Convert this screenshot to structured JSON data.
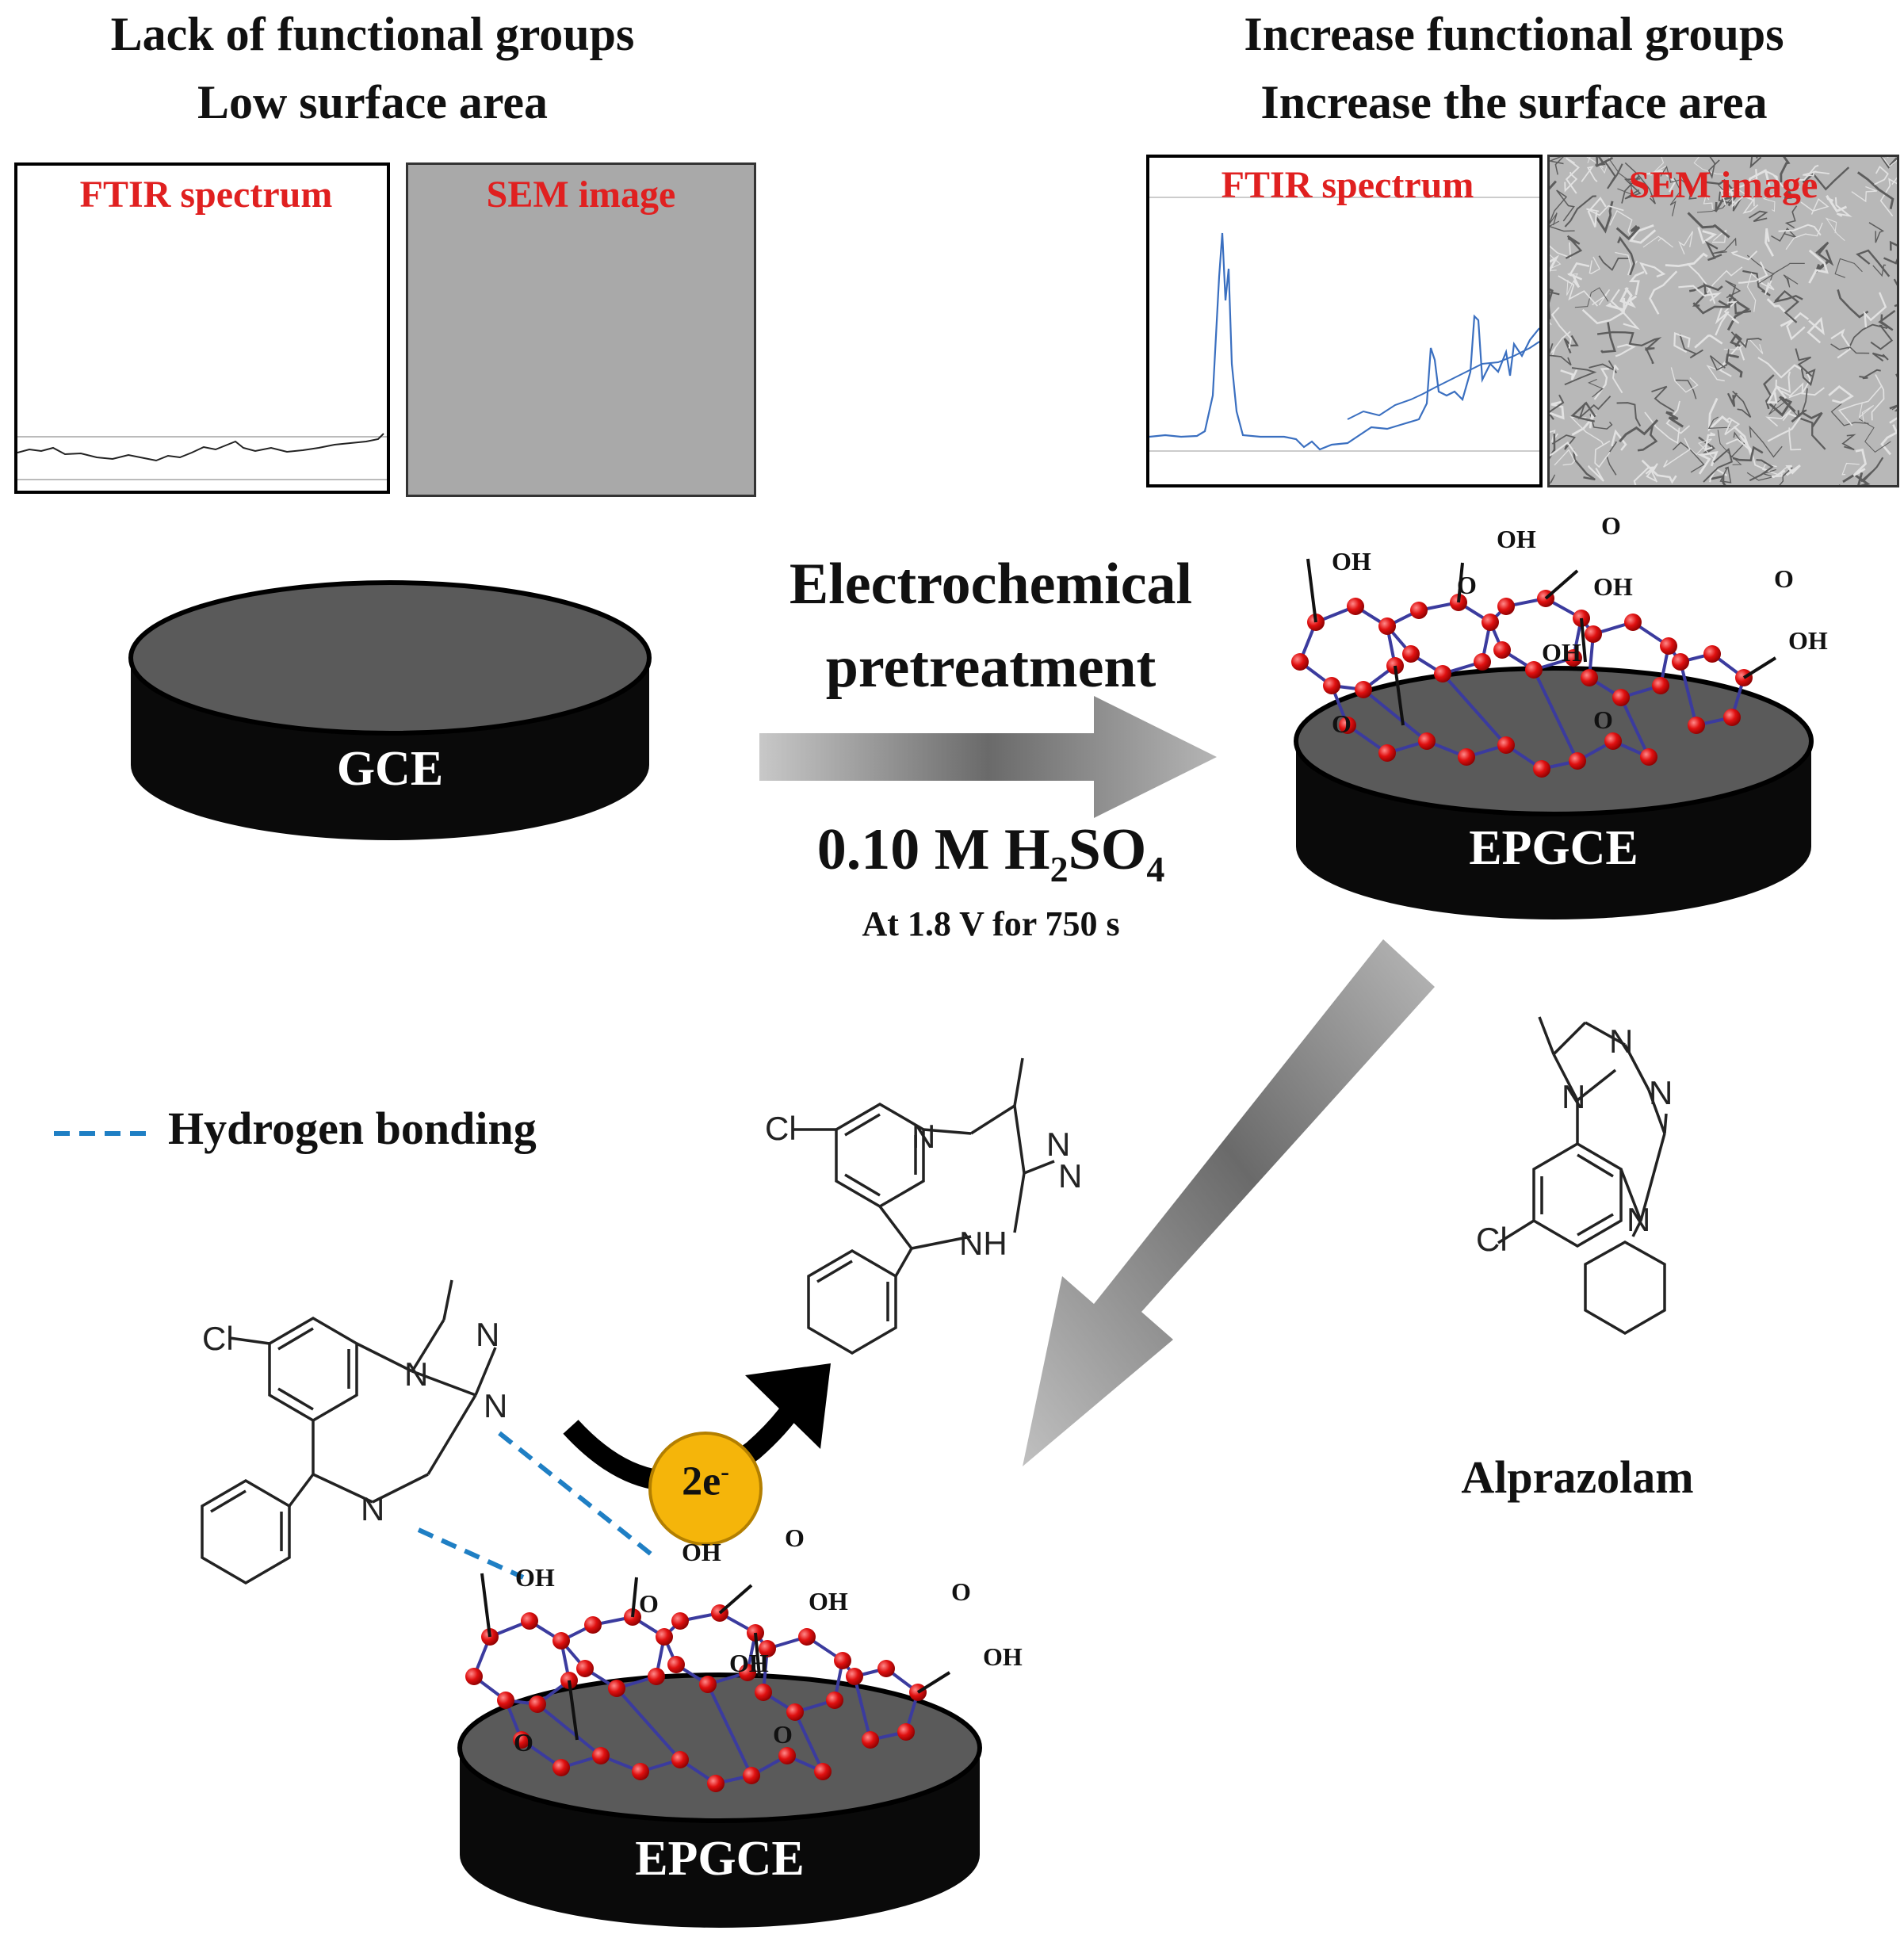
{
  "left_panel": {
    "heading_line1": "Lack of functional groups",
    "heading_line2": "Low surface area",
    "ftir_label": "FTIR spectrum",
    "sem_label": "SEM image"
  },
  "right_panel": {
    "heading_line1": "Increase functional groups",
    "heading_line2": "Increase the surface area",
    "ftir_label": "FTIR spectrum",
    "sem_label": "SEM image"
  },
  "electrodes": {
    "gce": "GCE",
    "epgce_top": "EPGCE",
    "epgce_bottom": "EPGCE"
  },
  "process": {
    "line1": "Electrochemical",
    "line2": "pretreatment",
    "conc": "0.10 M H",
    "sub2": "2",
    "so": "SO",
    "sub4": "4",
    "conditions": "At 1.8 V for 750 s"
  },
  "legend": {
    "label": "Hydrogen bonding",
    "color": "#1f7fc4"
  },
  "electron": {
    "label": "2e",
    "sup": "-",
    "color": "#f5b50a"
  },
  "molecule": {
    "name": "Alprazolam"
  },
  "atoms": {
    "cl": "Cl",
    "n": "N",
    "nh": "NH",
    "o": "O",
    "oh": "OH"
  },
  "colors": {
    "atom": "#e01010",
    "bond": "#3b3b9e",
    "disk": "#0a0a0a",
    "disk_top": "#5a5a5a"
  }
}
